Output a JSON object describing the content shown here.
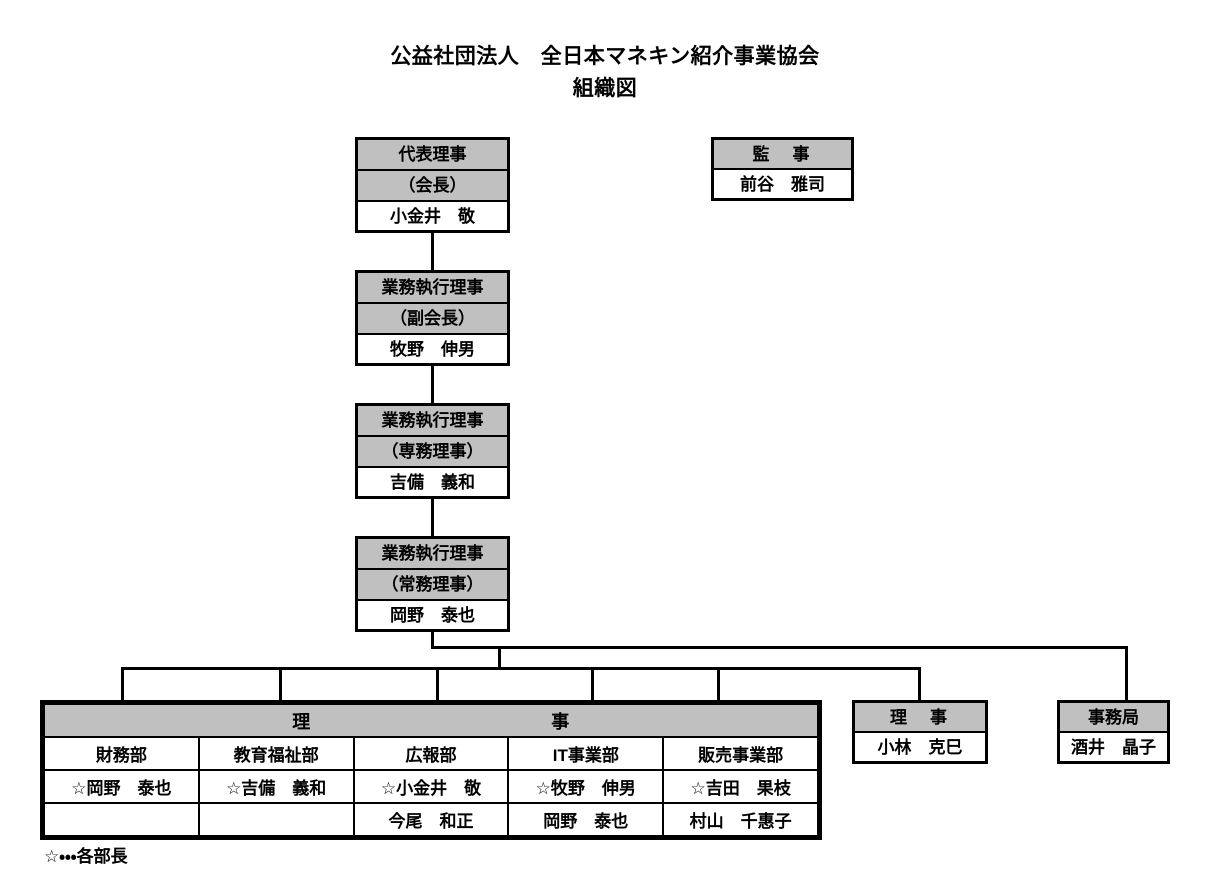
{
  "header": {
    "organization": "公益社団法人　全日本マネキン紹介事業協会",
    "document_title": "組織図"
  },
  "colors": {
    "header_fill": "#c0c0c0",
    "body_fill": "#ffffff",
    "border": "#000000",
    "text": "#000000"
  },
  "nodes": {
    "representative_director": {
      "title": "代表理事",
      "role": "（会長）",
      "name": "小金井　敬"
    },
    "auditor": {
      "title": "監　事",
      "name": "前谷　雅司"
    },
    "executive_vice_president": {
      "title": "業務執行理事",
      "role": "（副会長）",
      "name": "牧野　伸男"
    },
    "executive_senior_director": {
      "title": "業務執行理事",
      "role": "（専務理事）",
      "name": "吉備　義和"
    },
    "executive_managing_director": {
      "title": "業務執行理事",
      "role": "（常務理事）",
      "name": "岡野　泰也"
    },
    "director_single": {
      "title": "理　事",
      "name": "小林　克巳"
    },
    "secretariat": {
      "title": "事務局",
      "name": "酒井　晶子"
    }
  },
  "board_table": {
    "title": "理　　　　　　　　　　　　　事",
    "title_left": "理",
    "title_right": "事",
    "departments": [
      "財務部",
      "教育福祉部",
      "広報部",
      "IT事業部",
      "販売事業部"
    ],
    "members": [
      [
        "☆岡野　泰也",
        "☆吉備　義和",
        "☆小金井　敬",
        "☆牧野　伸男",
        "☆吉田　果枝"
      ],
      [
        "",
        "",
        "今尾　和正",
        "岡野　泰也",
        "村山　千惠子"
      ]
    ]
  },
  "footnote": {
    "text": "☆・・・各部長"
  }
}
